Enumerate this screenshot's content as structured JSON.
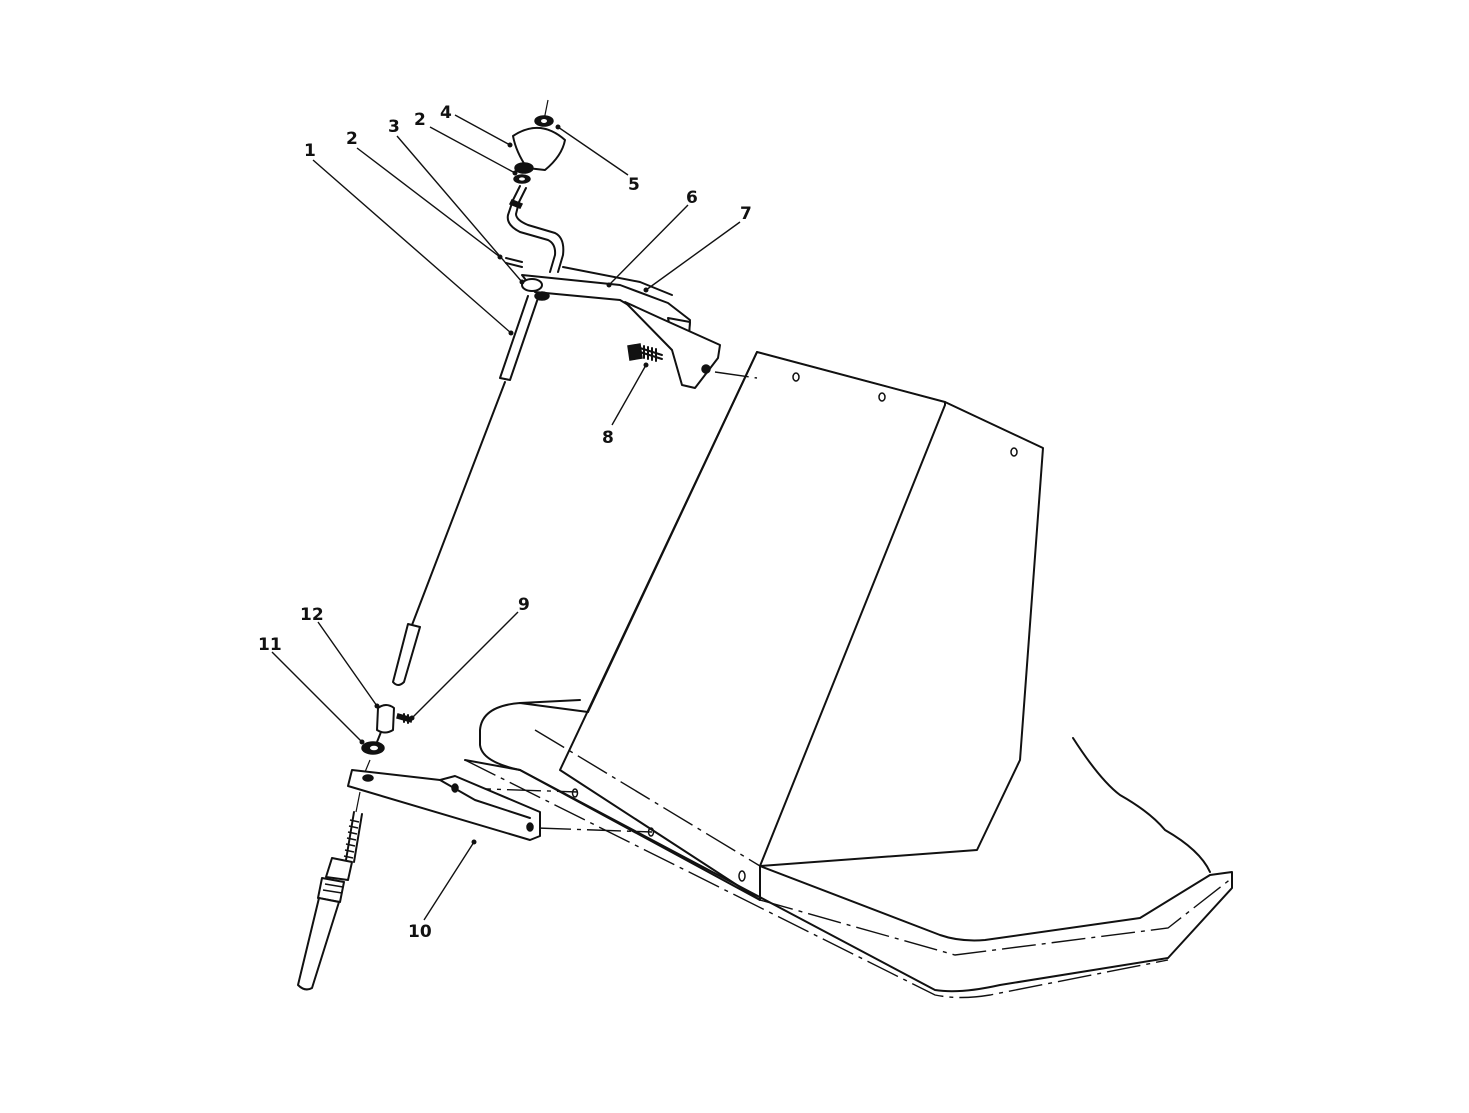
{
  "callouts": [
    {
      "id": "1",
      "label": "1"
    },
    {
      "id": "2a",
      "label": "2"
    },
    {
      "id": "2b",
      "label": "2"
    },
    {
      "id": "3",
      "label": "3"
    },
    {
      "id": "4",
      "label": "4"
    },
    {
      "id": "5",
      "label": "5"
    },
    {
      "id": "6",
      "label": "6"
    },
    {
      "id": "7",
      "label": "7"
    },
    {
      "id": "8",
      "label": "8"
    },
    {
      "id": "9",
      "label": "9"
    },
    {
      "id": "10",
      "label": "10"
    },
    {
      "id": "11",
      "label": "11"
    },
    {
      "id": "12",
      "label": "12"
    }
  ],
  "colors": {
    "line": "#111111",
    "background": "#ffffff"
  }
}
